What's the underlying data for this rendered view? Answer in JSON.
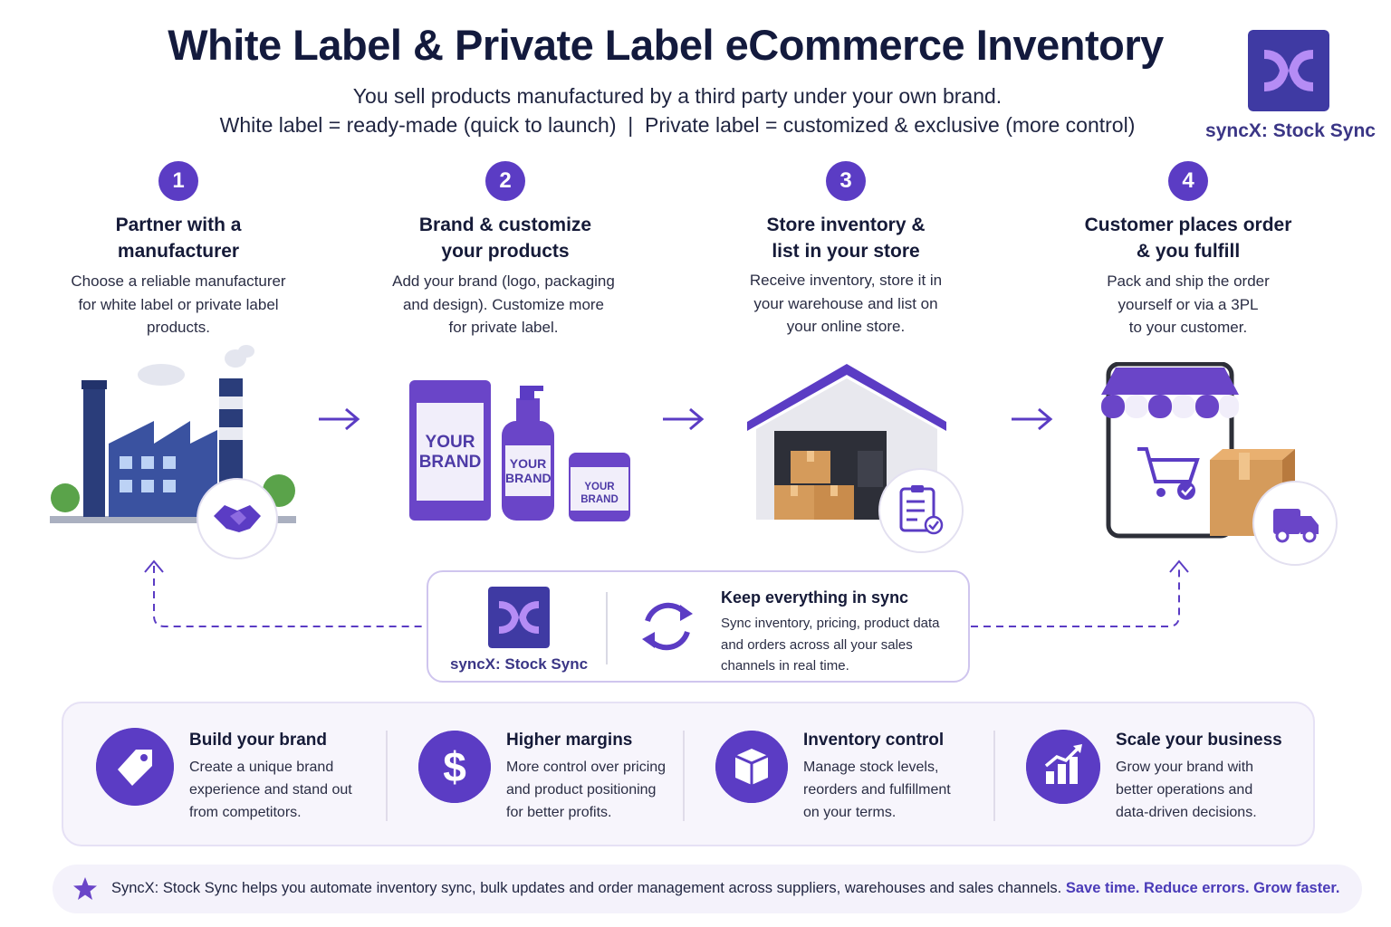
{
  "header": {
    "title": "White Label & Private Label eCommerce Inventory",
    "subtitle_line1": "You sell products manufactured by a third party under your own brand.",
    "subtitle_line2": "White label = ready-made (quick to launch)  |  Private label = customized & exclusive (more control)",
    "brand_name": "syncX: Stock Sync"
  },
  "steps": [
    {
      "number": "1",
      "title_l1": "Partner with a",
      "title_l2": "manufacturer",
      "desc_l1": "Choose a reliable manufacturer",
      "desc_l2": "for white label or private label",
      "desc_l3": "products."
    },
    {
      "number": "2",
      "title_l1": "Brand & customize",
      "title_l2": "your products",
      "desc_l1": "Add your brand (logo, packaging",
      "desc_l2": "and design). Customize more",
      "desc_l3": "for private label."
    },
    {
      "number": "3",
      "title_l1": "Store inventory &",
      "title_l2": "list in your store",
      "desc_l1": "Receive inventory, store it in",
      "desc_l2": "your warehouse and list on",
      "desc_l3": "your online store."
    },
    {
      "number": "4",
      "title_l1": "Customer places order",
      "title_l2": "& you fulfill",
      "desc_l1": "Pack and ship the order",
      "desc_l2": "yourself or via a 3PL",
      "desc_l3": "to your customer."
    }
  ],
  "product_labels": {
    "big_l1": "YOUR",
    "big_l2": "BRAND",
    "bottle_l1": "YOUR",
    "bottle_l2": "BRAND",
    "jar_l1": "YOUR",
    "jar_l2": "BRAND"
  },
  "sync": {
    "brand_name": "syncX: Stock Sync",
    "title": "Keep everything in sync",
    "desc_l1": "Sync inventory, pricing, product data",
    "desc_l2": "and orders across all your sales",
    "desc_l3": "channels in real time."
  },
  "benefits": [
    {
      "icon": "tag-icon",
      "title": "Build your brand",
      "desc_l1": "Create a unique brand",
      "desc_l2": "experience and stand out",
      "desc_l3": "from competitors."
    },
    {
      "icon": "dollar-icon",
      "title": "Higher margins",
      "desc_l1": "More control over pricing",
      "desc_l2": "and product positioning",
      "desc_l3": "for better profits."
    },
    {
      "icon": "box-icon",
      "title": "Inventory control",
      "desc_l1": "Manage stock levels,",
      "desc_l2": "reorders and fulfillment",
      "desc_l3": "on your terms."
    },
    {
      "icon": "growth-chart-icon",
      "title": "Scale your business",
      "desc_l1": "Grow your brand with",
      "desc_l2": "better operations and",
      "desc_l3": "data-driven decisions."
    }
  ],
  "footer": {
    "text": "SyncX: Stock Sync helps you automate inventory sync, bulk updates and order management across suppliers, warehouses and sales channels.",
    "accent": "Save time. Reduce errors. Grow faster."
  },
  "colors": {
    "accent": "#5b3cc4",
    "navy": "#131a3d",
    "logo_bg": "#3f3aa3",
    "logo_mark": "#b58cf5"
  }
}
